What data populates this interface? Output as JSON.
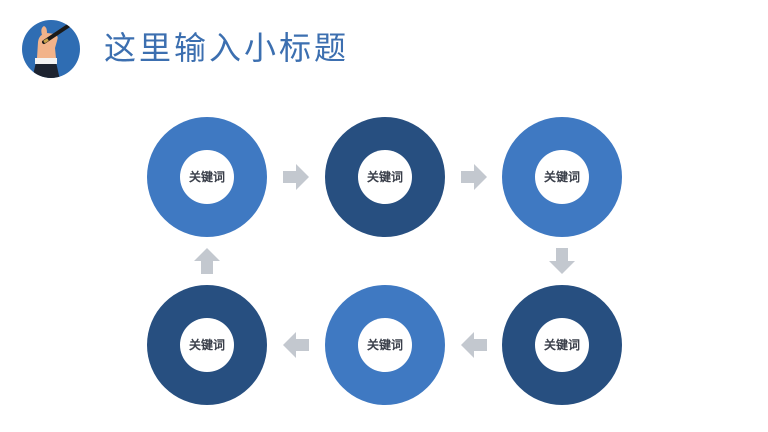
{
  "header": {
    "title": "这里输入小标题",
    "logo_icon": "hand-with-pen-icon"
  },
  "colors": {
    "light_blue": "#3f79c2",
    "dark_blue": "#274f80",
    "arrow_gray": "#c3c8cf",
    "title_blue": "#3c6fb0"
  },
  "nodes": [
    {
      "label": "关键词",
      "color": "light"
    },
    {
      "label": "关键词",
      "color": "dark"
    },
    {
      "label": "关键词",
      "color": "light"
    },
    {
      "label": "关键词",
      "color": "dark"
    },
    {
      "label": "关键词",
      "color": "light"
    },
    {
      "label": "关键词",
      "color": "dark"
    }
  ],
  "arrows": [
    "right",
    "right",
    "down",
    "left",
    "left",
    "up"
  ]
}
